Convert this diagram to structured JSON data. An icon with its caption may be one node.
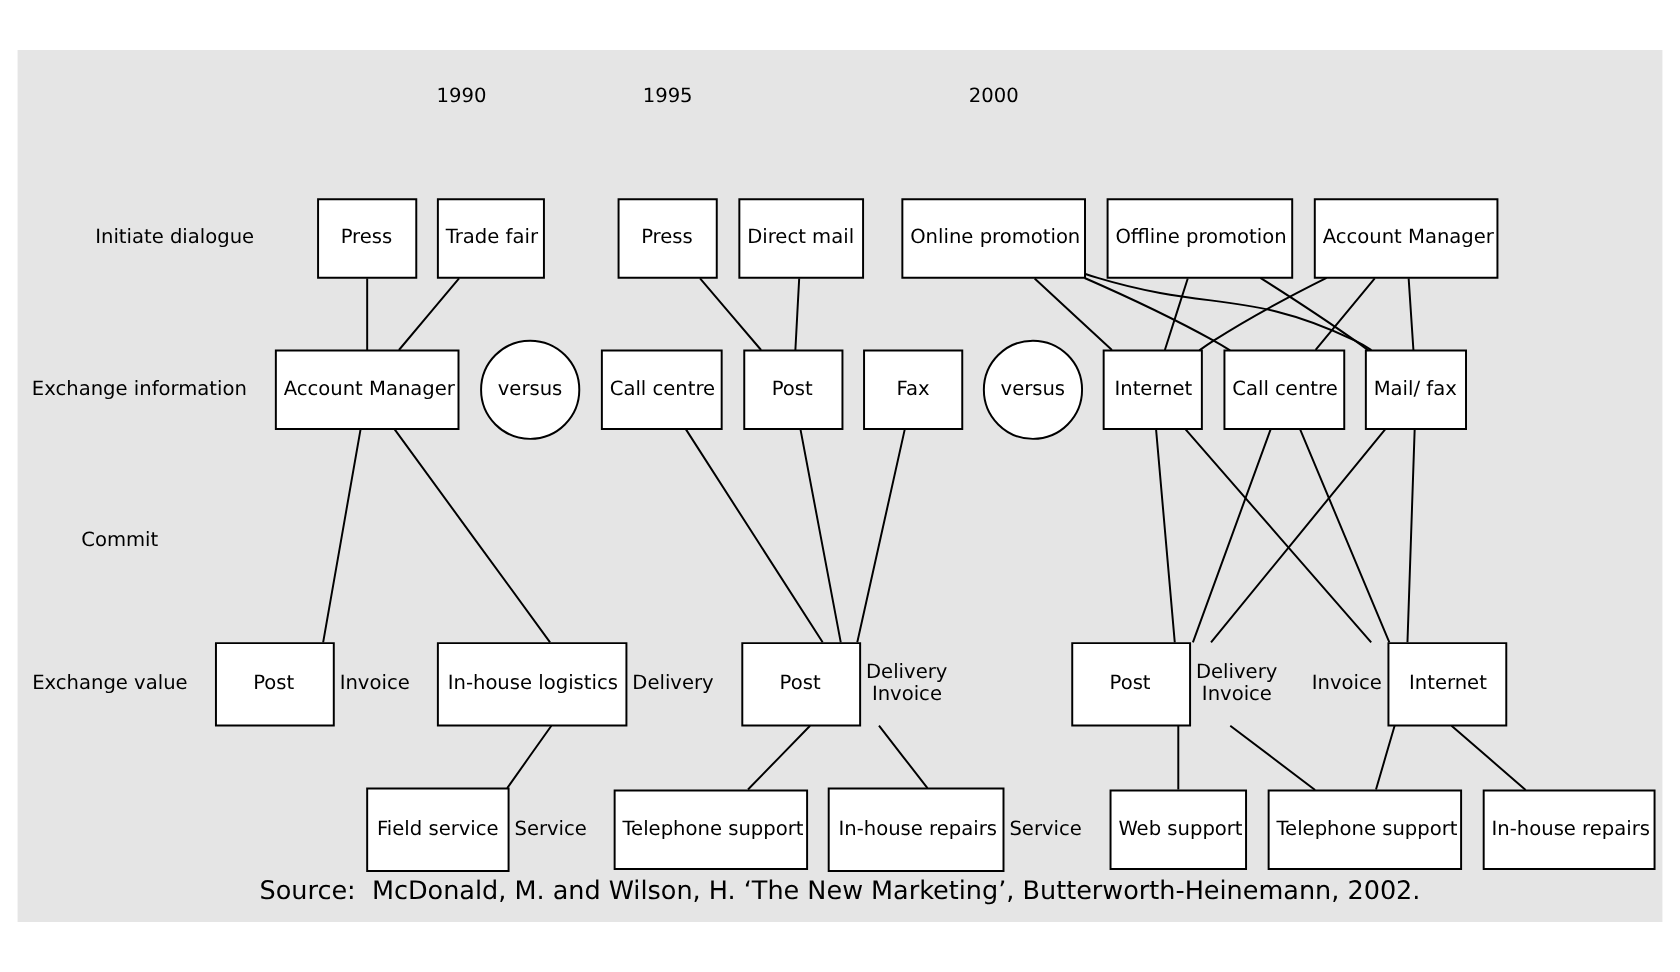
{
  "diagram": {
    "caption": "Source:  McDonald, M. and Wilson, H. ‘The New Marketing’, Butterworth-Heinemann, 2002.",
    "nodes": [
      {
        "text": [
          "Press"
        ]
      },
      {
        "text": [
          "Trade fair"
        ]
      },
      {
        "text": [
          "Account Manager"
        ]
      },
      {
        "text": [
          "versus"
        ]
      },
      {
        "text": [
          "Post"
        ],
        "beside": [
          "Invoice"
        ]
      },
      {
        "text": [
          "In-house logistics"
        ],
        "beside": [
          "Delivery"
        ]
      },
      {
        "text": [
          "Field service"
        ],
        "beside": [
          "Service"
        ]
      },
      {
        "text": [
          "Press"
        ]
      },
      {
        "text": [
          "Direct mail"
        ]
      },
      {
        "text": [
          "Call centre"
        ]
      },
      {
        "text": [
          "Post"
        ]
      },
      {
        "text": [
          "Fax"
        ]
      },
      {
        "text": [
          "versus"
        ]
      },
      {
        "text": [
          "Post"
        ],
        "beside": [
          "Delivery",
          "Invoice"
        ]
      },
      {
        "text": [
          "Telephone support"
        ]
      },
      {
        "text": [
          "In-house repairs"
        ],
        "beside": [
          "Service"
        ]
      },
      {
        "text": [
          "Online promotion"
        ]
      },
      {
        "text": [
          "Offline promotion"
        ]
      },
      {
        "text": [
          "Account Manager"
        ]
      },
      {
        "text": [
          "Internet"
        ]
      },
      {
        "text": [
          "Call centre"
        ]
      },
      {
        "text": [
          "Mail/ fax"
        ]
      },
      {
        "text": [
          "Post"
        ],
        "beside": [
          "Delivery",
          "Invoice"
        ]
      },
      {
        "text": [
          "Internet"
        ],
        "beside": [
          "Invoice"
        ]
      },
      {
        "text": [
          "Telephone support"
        ]
      },
      {
        "text": [
          "Web support"
        ]
      },
      {
        "text": [
          "In-house repairs"
        ]
      }
    ],
    "edges": [
      {
        "from": 0,
        "to": 2,
        "arrow": "none"
      },
      {
        "from": 1,
        "to": 2,
        "arrow": "none"
      },
      {
        "from": 2,
        "to": 4,
        "arrow": "none"
      },
      {
        "from": 2,
        "to": 5,
        "arrow": "none"
      },
      {
        "from": 5,
        "to": 6,
        "arrow": "none"
      },
      {
        "from": 7,
        "to": 10,
        "arrow": "none"
      },
      {
        "from": 8,
        "to": 10,
        "arrow": "none"
      },
      {
        "from": 9,
        "to": 13,
        "arrow": "none"
      },
      {
        "from": 10,
        "to": 13,
        "arrow": "none"
      },
      {
        "from": 11,
        "to": 13,
        "arrow": "none"
      },
      {
        "from": 13,
        "to": 14,
        "arrow": "none"
      },
      {
        "from": 13,
        "to": 15,
        "arrow": "none"
      },
      {
        "from": 16,
        "to": 19,
        "arrow": "none"
      },
      {
        "from": 16,
        "to": 20,
        "arrow": "none"
      },
      {
        "from": 16,
        "to": 21,
        "arrow": "none"
      },
      {
        "from": 17,
        "to": 19,
        "arrow": "none"
      },
      {
        "from": 17,
        "to": 21,
        "arrow": "none"
      },
      {
        "from": 18,
        "to": 19,
        "arrow": "none"
      },
      {
        "from": 18,
        "to": 20,
        "arrow": "none"
      },
      {
        "from": 18,
        "to": 21,
        "arrow": "none"
      },
      {
        "from": 19,
        "to": 22,
        "arrow": "none"
      },
      {
        "from": 19,
        "to": 23,
        "arrow": "none"
      },
      {
        "from": 20,
        "to": 22,
        "arrow": "none"
      },
      {
        "from": 20,
        "to": 23,
        "arrow": "none"
      },
      {
        "from": 21,
        "to": 22,
        "arrow": "none"
      },
      {
        "from": 21,
        "to": 23,
        "arrow": "none"
      },
      {
        "from": 22,
        "to": 24,
        "arrow": "none"
      },
      {
        "from": 22,
        "to": 25,
        "arrow": "none"
      },
      {
        "from": 23,
        "to": 24,
        "arrow": "none"
      },
      {
        "from": 23,
        "to": 26,
        "arrow": "none"
      }
    ],
    "labels": [
      "1990",
      "1995",
      "2000",
      "Initiate dialogue",
      "Exchange information",
      "Commit",
      "Exchange value"
    ]
  }
}
